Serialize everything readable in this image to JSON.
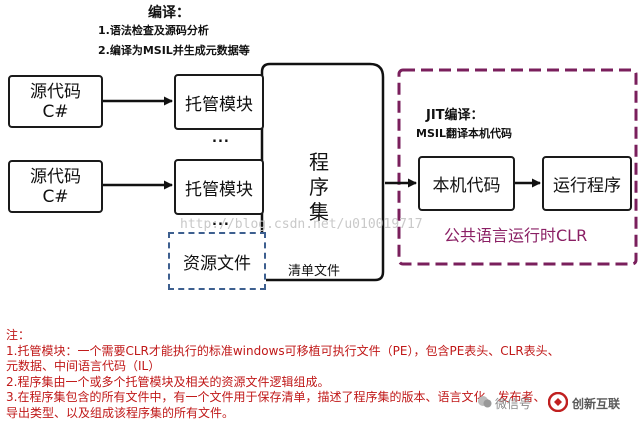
{
  "compile": {
    "title": "编译：",
    "step1": "1.语法检查及源码分析",
    "step2": "2.编译为MSIL并生成元数据等"
  },
  "sources": [
    {
      "line1": "源代码",
      "line2": "C#"
    },
    {
      "line1": "源代码",
      "line2": "C#"
    }
  ],
  "modules": [
    "托管模块",
    "托管模块"
  ],
  "ellipsis": "...",
  "resource": "资源文件",
  "assembly": {
    "label": "程序集",
    "manifest": "清单文件"
  },
  "jit": {
    "title": "JIT编译：",
    "desc": "MSIL翻译本机代码"
  },
  "native_code": "本机代码",
  "run_program": "运行程序",
  "clr_label": "公共语言运行时CLR",
  "watermark": "http://blog.csdn.net/u010019717",
  "notes": {
    "title": "注：",
    "lines": [
      "1.托管模块：一个需要CLR才能执行的标准windows可移植可执行文件（PE），包含PE表头、CLR表头、",
      "元数据、中间语言代码（IL）",
      "2.程序集由一个或多个托管模块及相关的资源文件逻辑组成。",
      "3.在程序集包含的所有文件中，有一个文件用于保存清单，描述了程序集的版本、语言文化、发布者、",
      "导出类型、以及组成该程序集的所有文件。"
    ]
  },
  "wechat_label": "微信号",
  "brand": "创新互联",
  "colors": {
    "clr_border": "#7a1f5c",
    "resource_border": "#3d5f8f",
    "notes_text": "#c01818"
  }
}
